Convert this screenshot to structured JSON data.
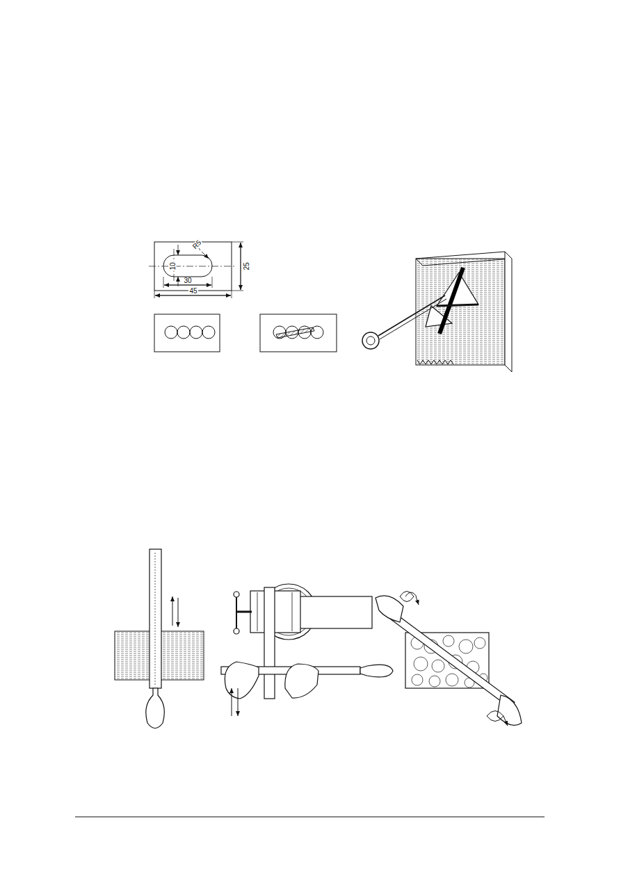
{
  "diagram": {
    "labels": [
      "10",
      "R5",
      "25",
      "30",
      "45"
    ]
  }
}
